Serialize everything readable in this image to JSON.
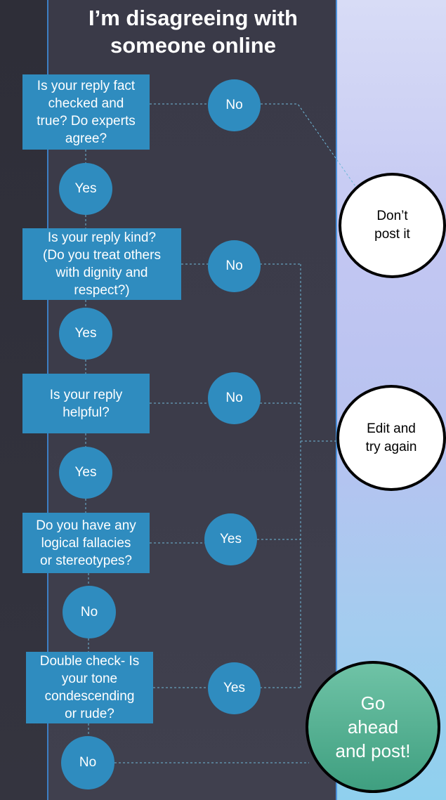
{
  "title": "I’m disagreeing with\nsomeone online",
  "questions": [
    "Is your reply  fact\nchecked and\ntrue? Do experts\nagree?",
    "Is your reply kind?\n(Do you treat others\nwith dignity and\nrespect?)",
    "Is your reply\nhelpful?",
    "Do you have any\nlogical fallacies\nor stereotypes?",
    "Double check- Is\nyour tone\ncondescending\nor rude?"
  ],
  "down_answers": [
    "Yes",
    "Yes",
    "Yes",
    "No",
    "No"
  ],
  "side_answers": [
    "No",
    "No",
    "No",
    "Yes",
    "Yes"
  ],
  "outcomes": {
    "dont_post": "Don’t\npost it",
    "edit": "Edit and\ntry again",
    "go_ahead": "Go\nahead\nand post!"
  },
  "colors": {
    "box": "#2f8cbf",
    "background": "#3c3c4a",
    "right_panel": "#c3c7f2",
    "go_circle": "#4fae8e",
    "accent_line": "#3d7fc4"
  }
}
